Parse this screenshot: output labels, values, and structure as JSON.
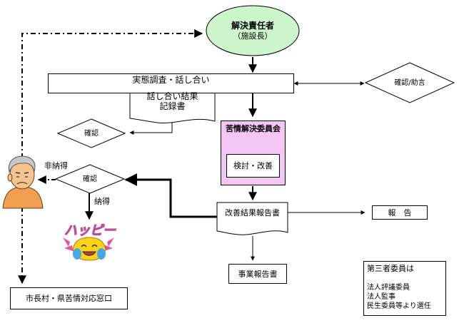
{
  "nodes": {
    "responsible_title": "解決責任者",
    "responsible_sub": "（施設長）",
    "investigation": "実態調査・話し合い",
    "record_line1": "話し合い結果",
    "record_line2": "記録書",
    "confirm_advice": "確認/助言",
    "confirm_top": "確認",
    "committee_title": "苦情解決委員会",
    "committee_inner": "検討・改善",
    "not_satisfied": "非納得",
    "confirm_mid": "確認",
    "satisfied": "納得",
    "happy": "ハッピー",
    "improvement_report": "改善結果報告書",
    "report": "報　告",
    "business_report": "事業報告書",
    "city_window": "市長村・県苦情対応窓口",
    "third_party_title": "第三者委員は",
    "third_party_line1": "法人評議委員",
    "third_party_line2": "法人監事",
    "third_party_line3": "民生委員等より選任"
  },
  "colors": {
    "ellipse_fill": "#ccf5cc",
    "committee_fill": "#f4c6f4",
    "happy_fill": "#f2e032",
    "happy_stroke": "#c04a9a",
    "face_yellow": "#ffd21a"
  }
}
